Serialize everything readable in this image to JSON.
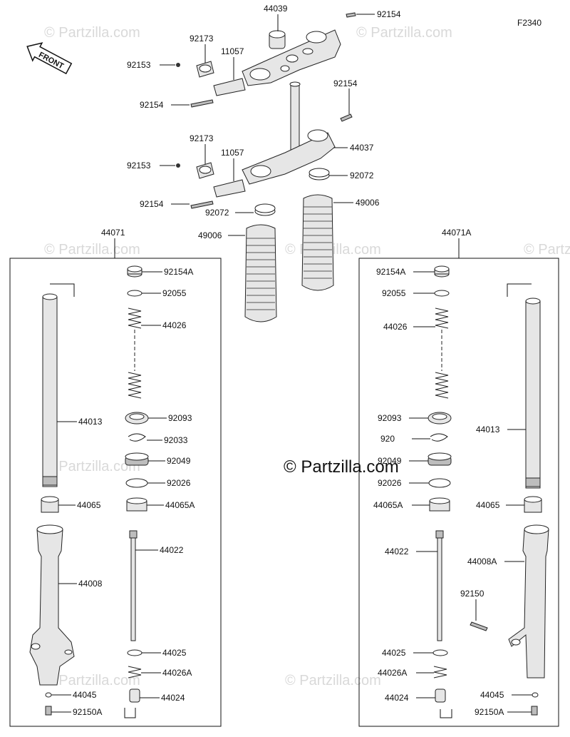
{
  "figure_code": "F2340",
  "front_label": "FRONT",
  "watermark_center": "© Partzilla.com",
  "watermark_small": "© Partzilla.com",
  "part_labels": {
    "p44039": "44039",
    "p92154_top": "92154",
    "p92173_a": "92173",
    "p11057_a": "11057",
    "p92153_a": "92153",
    "p92154_a": "92154",
    "p92154_b": "92154",
    "p44037": "44037",
    "p92173_b": "92173",
    "p11057_b": "11057",
    "p92153_b": "92153",
    "p92072_a": "92072",
    "p92154_c": "92154",
    "p92072_b": "92072",
    "p49006_a": "49006",
    "p49006_b": "49006",
    "p44071": "44071",
    "p44071A": "44071A",
    "l92154A": "92154A",
    "l92055": "92055",
    "l44026": "44026",
    "l44013": "44013",
    "l92093": "92093",
    "l92033": "92033",
    "l92049": "92049",
    "l92026": "92026",
    "l44065": "44065",
    "l44065A": "44065A",
    "l44022": "44022",
    "l44008": "44008",
    "l44025": "44025",
    "l44026A": "44026A",
    "l44045": "44045",
    "l44024": "44024",
    "l92150A": "92150A",
    "r92154A": "92154A",
    "r92055": "92055",
    "r44026": "44026",
    "r92093": "92093",
    "r92033": "920",
    "r44013": "44013",
    "r92049": "92049",
    "r92026": "92026",
    "r44065A": "44065A",
    "r44065": "44065",
    "r44022": "44022",
    "r44008A": "44008A",
    "r92150": "92150",
    "r44025": "44025",
    "r44026A": "44026A",
    "r44024": "44024",
    "r44045": "44045",
    "r92150A": "92150A"
  }
}
